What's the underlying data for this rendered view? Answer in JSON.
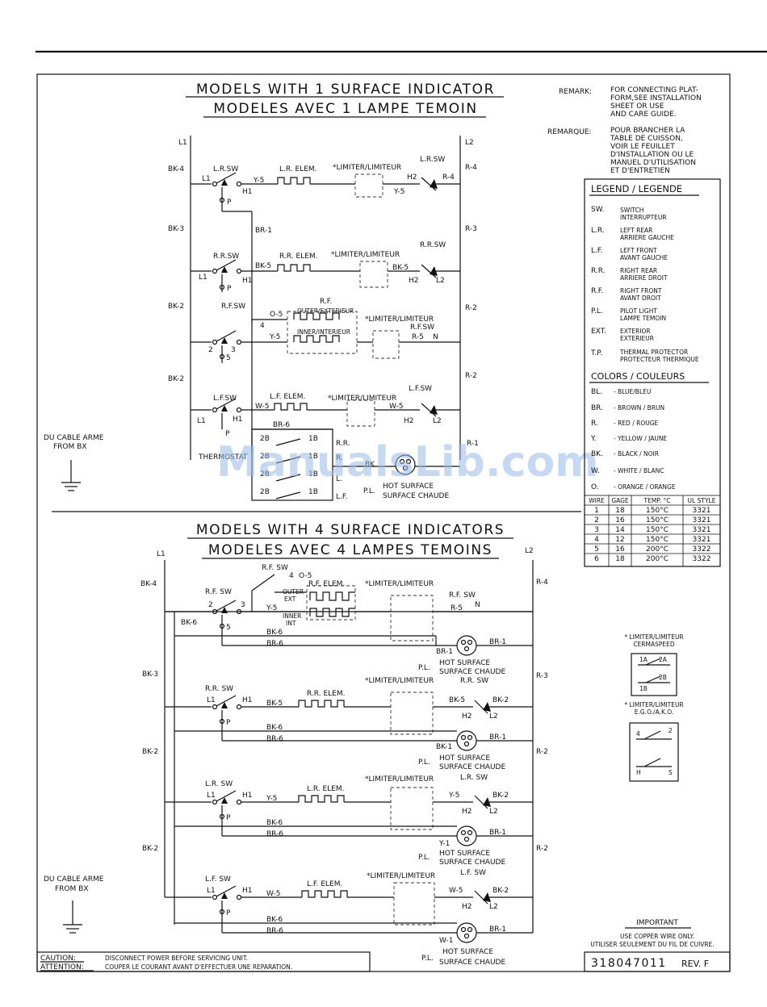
{
  "top_diagram": {
    "title_en": "MODELS WITH 1 SURFACE INDICATOR",
    "title_fr": "MODELES AVEC 1 LAMPE TEMOIN",
    "L1": "L1",
    "L2": "L2",
    "left_wires": [
      "BK-4",
      "BK-3",
      "BK-2",
      "BK-2"
    ],
    "right_wires": [
      "R-4",
      "R-3",
      "R-2",
      "R-2",
      "R-1"
    ],
    "rows": [
      {
        "switch": "L.R.SW",
        "element": "L.R. ELEM.",
        "limiter": "*LIMITER/LIMITEUR",
        "wire": "Y-5",
        "wire2": "Y-5",
        "sw_right": "L.R.SW",
        "t1": "L1",
        "t2": "H1",
        "t3": "H2",
        "t4": "R-4"
      },
      {
        "switch": "R.R.SW",
        "element": "R.R. ELEM.",
        "limiter": "*LIMITER/LIMITEUR",
        "wire": "BK-5",
        "wire2": "BK-5",
        "sw_right": "R.R.SW",
        "t1": "L1",
        "t2": "H1",
        "t3": "H2",
        "t4": "L2"
      },
      {
        "switch": "R.F.SW",
        "element": "R.F.",
        "outer": "OUTER/EXTERIEUR",
        "inner": "INNER/INTERIEUR",
        "limiter": "*LIMITER/LIMITEUR",
        "wire_o": "O-5",
        "wire": "Y-5",
        "wire2": "R-5",
        "sw_right": "R.F.SW",
        "t_n": "N",
        "t2": "2",
        "t3": "3",
        "t4": "4",
        "t5": "5"
      },
      {
        "switch": "L.F.SW",
        "element": "L.F. ELEM.",
        "limiter": "*LIMITER/LIMITEUR",
        "wire": "W-5",
        "wire2": "W-5",
        "sw_right": "L.F.SW",
        "t1": "L1",
        "t2": "H1",
        "t3": "H2",
        "t4": "L2"
      }
    ],
    "br1": "BR-1",
    "p": "P",
    "br6": "BR-6",
    "thermostat": "THERMOSTAT",
    "tp_terms": [
      "2B",
      "1B",
      "2B",
      "1B",
      "2B",
      "1B",
      "2B",
      "1B"
    ],
    "tp_labels": [
      "R.R.",
      "R.",
      "L.",
      "L.F."
    ],
    "bk": "BK",
    "pilot": {
      "pl": "P.L.",
      "en": "HOT SURFACE",
      "fr": "SURFACE CHAUDE"
    },
    "ground": {
      "line1": "DU CABLE ARME",
      "line2": "FROM BX"
    },
    "watermark": "ManualsLib.com"
  },
  "remark": {
    "label_en": "REMARK:",
    "text_en": [
      "FOR CONNECTING PLAT-",
      "FORM,SEE INSTALLATION",
      "SHEET OR USE",
      "AND CARE GUIDE."
    ],
    "label_fr": "REMARQUE:",
    "text_fr": [
      "POUR BRANCHER LA",
      "TABLE DE CUISSON,",
      "VOIR LE FEUILLET",
      "D'INSTALLATION OU LE",
      "MANUEL D'UTILISATION",
      "ET D'ENTRETIEN"
    ]
  },
  "legend": {
    "title": "LEGEND / LEGENDE",
    "items": [
      {
        "abbr": "SW.",
        "l1": "SWITCH",
        "l2": "INTERRUPTEUR"
      },
      {
        "abbr": "L.R.",
        "l1": "LEFT REAR",
        "l2": "ARRIERE GAUCHE"
      },
      {
        "abbr": "L.F.",
        "l1": "LEFT FRONT",
        "l2": "AVANT GAUCHE"
      },
      {
        "abbr": "R.R.",
        "l1": "RIGHT REAR",
        "l2": "ARRIERE DROIT"
      },
      {
        "abbr": "R.F.",
        "l1": "RIGHT FRONT",
        "l2": "AVANT DROIT"
      },
      {
        "abbr": "P.L.",
        "l1": "PILOT LIGHT",
        "l2": "LAMPE TEMOIN"
      },
      {
        "abbr": "EXT.",
        "l1": "EXTERIOR",
        "l2": "EXTERIEUR"
      },
      {
        "abbr": "T.P.",
        "l1": "THERMAL PROTECTOR",
        "l2": "PROTECTEUR THERMIQUE"
      }
    ],
    "colors_title": "COLORS / COULEURS",
    "colors": [
      {
        "abbr": "BL.",
        "text": "- BLUE/BLEU"
      },
      {
        "abbr": "BR.",
        "text": "- BROWN / BRUN"
      },
      {
        "abbr": "R.",
        "text": "- RED / ROUGE"
      },
      {
        "abbr": "Y.",
        "text": "- YELLOW / JAUNE"
      },
      {
        "abbr": "BK.",
        "text": "- BLACK / NOIR"
      },
      {
        "abbr": "W.",
        "text": "- WHITE / BLANC"
      },
      {
        "abbr": "O.",
        "text": "- ORANGE / ORANGE"
      }
    ],
    "wire_table": {
      "headers": [
        "WIRE",
        "GAGE",
        "TEMP. °C",
        "UL STYLE"
      ],
      "rows": [
        [
          "1",
          "18",
          "150°C",
          "3321"
        ],
        [
          "2",
          "16",
          "150°C",
          "3321"
        ],
        [
          "3",
          "14",
          "150°C",
          "3321"
        ],
        [
          "4",
          "12",
          "150°C",
          "3321"
        ],
        [
          "5",
          "16",
          "200°C",
          "3322"
        ],
        [
          "6",
          "18",
          "200°C",
          "3322"
        ]
      ]
    }
  },
  "bottom_diagram": {
    "title_en": "MODELS WITH 4 SURFACE INDICATORS",
    "title_fr": "MODELES AVEC 4 LAMPES TEMOINS",
    "L1": "L1",
    "L2": "L2",
    "left_wires": [
      "BK-4",
      "BK-6",
      "BK-3",
      "BK-2",
      "BK-2"
    ],
    "right_wires": [
      "R-4",
      "R-3",
      "R-2",
      "R-2"
    ],
    "rows": [
      {
        "switch": "R.F. SW",
        "switch_top": "R.F. SW",
        "element": "R.F. ELEM.",
        "limiter": "*LIMITER/LIMITEUR",
        "wire": "Y-5",
        "wire_o": "O-5",
        "wire2": "R-5",
        "sw_right": "R.F. SW",
        "n": "N",
        "outer": "OUTER",
        "ext": "EXT",
        "inner": "INNER",
        "int": "INT",
        "t2": "2",
        "t3": "3",
        "t4": "4",
        "t5": "5",
        "bk6": "BK-6",
        "br6": "BR-6",
        "pl_wire": "BR-1",
        "pl_wire2": "BR-1",
        "pl": "P.L.",
        "hot": "HOT SURFACE",
        "chaude": "SURFACE CHAUDE"
      },
      {
        "switch": "R.R. SW",
        "element": "R.R. ELEM.",
        "limiter": "*LIMITER/LIMITEUR",
        "wire": "BK-5",
        "wire2": "BK-5",
        "sw_right": "R.R. SW",
        "t1": "L1",
        "t2": "H1",
        "t3": "H2",
        "t4": "L2",
        "bk_r": "BK-2",
        "p": "P",
        "bk6": "BK-6",
        "br6": "BR-6",
        "pl_wire": "BK-1",
        "pl_wire2": "BR-1",
        "pl": "P.L.",
        "hot": "HOT SURFACE",
        "chaude": "SURFACE CHAUDE"
      },
      {
        "switch": "L.R. SW",
        "element": "L.R. ELEM.",
        "limiter": "*LIMITER/LIMITEUR",
        "wire": "Y-5",
        "wire2": "Y-5",
        "sw_right": "L.R. SW",
        "t1": "L1",
        "t2": "H1",
        "t3": "H2",
        "t4": "L2",
        "bk_r": "BK-2",
        "p": "P",
        "bk6": "BK-6",
        "br6": "BR-6",
        "pl_wire": "Y-1",
        "pl_wire2": "BR-1",
        "pl": "P.L.",
        "hot": "HOT SURFACE",
        "chaude": "SURFACE CHAUDE"
      },
      {
        "switch": "L.F. SW",
        "element": "L.F. ELEM.",
        "limiter": "*LIMITER/LIMITEUR",
        "wire": "W-5",
        "wire2": "W-5",
        "sw_right": "L.F. SW",
        "t1": "L1",
        "t2": "H1",
        "t3": "H2",
        "t4": "L2",
        "bk_r": "BK-2",
        "p": "P",
        "bk6": "BK-6",
        "br6": "BR-6",
        "pl_wire": "W-1",
        "pl_wire2": "BR-1",
        "pl": "P.L.",
        "hot": "HOT SURFACE",
        "chaude": "SURFACE CHAUDE"
      }
    ],
    "ground": {
      "line1": "DU CABLE ARME",
      "line2": "FROM BX"
    }
  },
  "limiter_inset": {
    "a_title": "* LIMITER/LIMITEUR",
    "a_sub": "CERMASPEED",
    "a_terms": [
      "1A",
      "2A",
      "1B",
      "2B"
    ],
    "b_title": "* LIMITER/LIMITEUR",
    "b_sub": "E.G.O./A.K.O.",
    "b_terms": [
      "4",
      "2",
      "H",
      "S"
    ]
  },
  "important": {
    "title": "IMPORTANT",
    "line1": "USE COPPER WIRE ONLY.",
    "line2": "UTILISER SEULEMENT DU FIL DE CUIVRE."
  },
  "caution": {
    "label_en": "CAUTION:",
    "text_en": "DISCONNECT POWER BEFORE SERVICING UNIT.",
    "label_fr": "ATTENTION:",
    "text_fr": "COUPER LE COURANT AVANT D'EFFECTUER UNE REPARATION."
  },
  "footer": {
    "part_number": "318047011",
    "revision": "REV. F"
  }
}
